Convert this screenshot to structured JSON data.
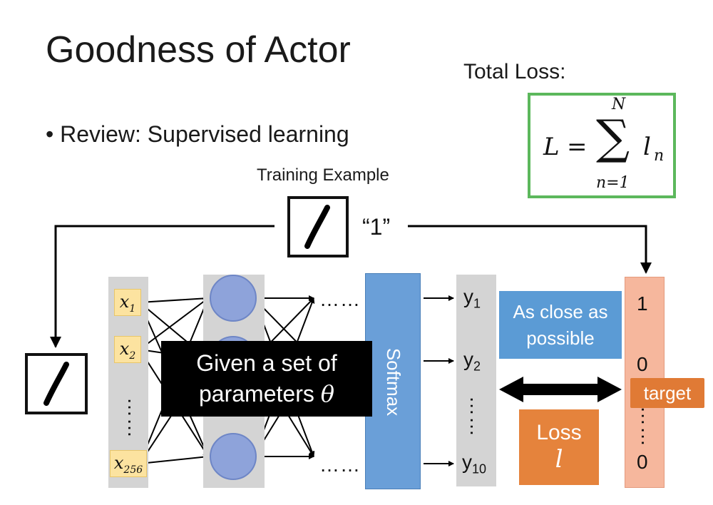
{
  "title": "Goodness of Actor",
  "bullet": "Review: Supervised learning",
  "total_loss": {
    "label": "Total Loss:",
    "formula": {
      "lhs": "L",
      "eq": "=",
      "sum": "∑",
      "upper": "N",
      "lower": "n=1",
      "term": "l",
      "term_sub": "n"
    }
  },
  "training_example": {
    "label": "Training Example",
    "target_text": "“1”"
  },
  "inputs": {
    "items": [
      {
        "var": "x",
        "sub": "1"
      },
      {
        "var": "x",
        "sub": "2"
      },
      {
        "var": "x",
        "sub": "256"
      }
    ],
    "ellipsis": "……"
  },
  "hidden_ellipsis": "……",
  "softmax_label": "Softmax",
  "outputs": {
    "items": [
      {
        "var": "y",
        "sub": "1"
      },
      {
        "var": "y",
        "sub": "2"
      },
      {
        "var": "y",
        "sub": "10"
      }
    ],
    "ellipsis": "……"
  },
  "close_label": "As close as possible",
  "loss": {
    "label": "Loss",
    "symbol": "l"
  },
  "targets": {
    "values": [
      "1",
      "0",
      "0"
    ],
    "ellipsis": "……",
    "tag": "target"
  },
  "params": {
    "line1": "Given a set of",
    "line2": "parameters",
    "symbol": "θ"
  },
  "colors": {
    "formula_border": "#5cb85c",
    "softmax": "#6a9fd8",
    "close_box": "#5b9bd5",
    "loss_box": "#e5833c",
    "target_column": "#f6b79d",
    "target_tag": "#e07a35",
    "input_box": "#fce3a0",
    "neuron": "#8ea3da"
  }
}
